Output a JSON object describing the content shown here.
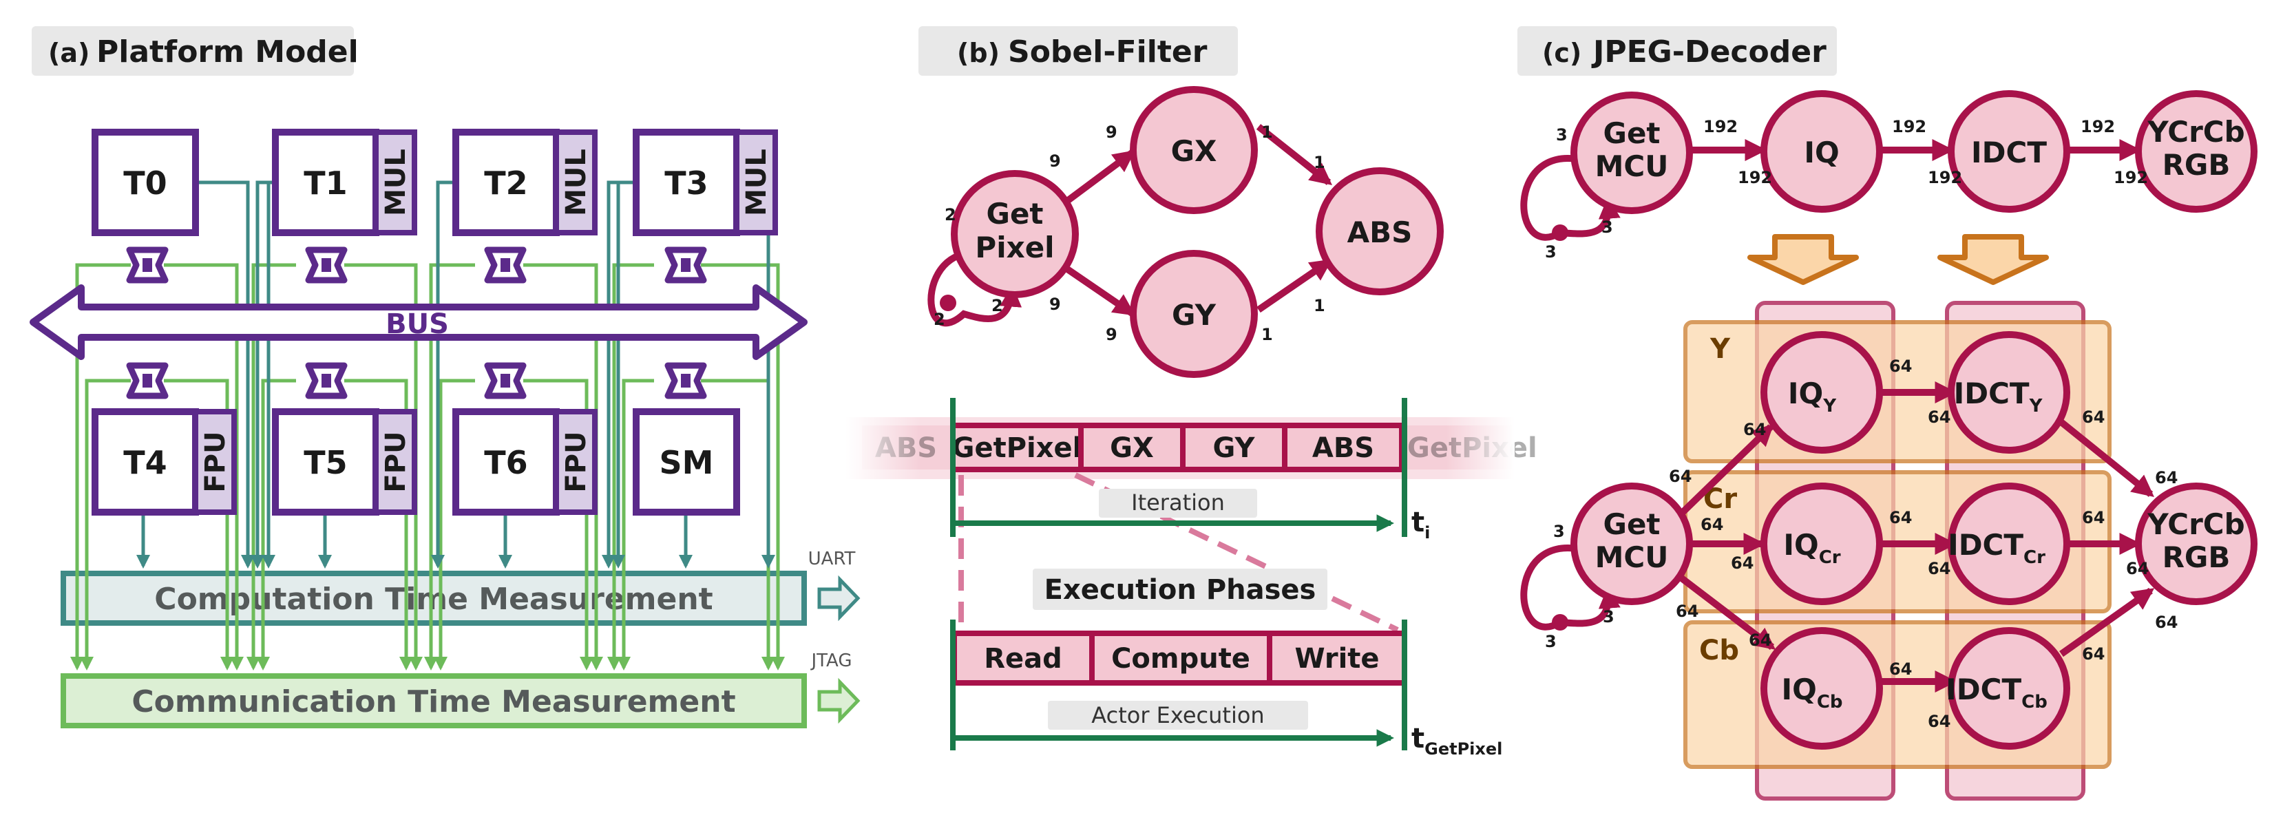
{
  "colors": {
    "purple": "#5b2a8a",
    "purple_light": "#d9cde6",
    "teal": "#3f8a86",
    "green": "#6dbb5a",
    "green_light": "#dcefd4",
    "teal_light": "#e3ecec",
    "crimson": "#a8124a",
    "pink": "#f4c7d2",
    "dark_green": "#1a7a4a",
    "orange": "#c8731c",
    "orange_light": "#fbd6a9"
  },
  "panel_a": {
    "tag": "(a)",
    "title": "Platform Model",
    "tiles": [
      "T0",
      "T1",
      "T2",
      "T3",
      "T4",
      "T5",
      "T6",
      "SM"
    ],
    "accelerators": {
      "mul": "MUL",
      "fpu": "FPU"
    },
    "bus_label": "BUS",
    "computation_label": "Computation Time Measurement",
    "communication_label": "Communication Time Measurement",
    "uart_label": "UART",
    "jtag_label": "JTAG"
  },
  "panel_b": {
    "tag": "(b)",
    "title": "Sobel-Filter",
    "nodes": {
      "getpixel_1": "Get",
      "getpixel_2": "Pixel",
      "gx": "GX",
      "gy": "GY",
      "abs": "ABS"
    },
    "rates": {
      "self_out": "2",
      "self_in": "2",
      "self_tok": "2",
      "gp_gx": "9",
      "gx_in": "9",
      "gp_gy": "9",
      "gy_in": "9",
      "gx_out": "1",
      "abs_gx": "1",
      "gy_out": "1",
      "abs_gy": "1"
    },
    "timeline": [
      "ABS",
      "GetPixel",
      "GX",
      "GY",
      "ABS",
      "GetPixel"
    ],
    "iteration_label": "Iteration",
    "t_i": "t",
    "t_i_sub": "i",
    "execution_phases": "Execution Phases",
    "phases": [
      "Read",
      "Compute",
      "Write"
    ],
    "actor_execution": "Actor Execution",
    "t_getpixel": "t",
    "t_getpixel_sub": "GetPixel"
  },
  "panel_c": {
    "tag": "(c)",
    "title": "JPEG-Decoder",
    "top": {
      "getmcu_1": "Get",
      "getmcu_2": "MCU",
      "iq": "IQ",
      "idct": "IDCT",
      "ycrcb_1": "YCrCb",
      "ycrcb_2": "RGB",
      "rates": {
        "self_out": "3",
        "self_in": "3",
        "self_tok": "3",
        "r1": "192",
        "r2": "192",
        "r3": "192",
        "r4": "192",
        "r5": "192",
        "r6": "192"
      }
    },
    "groups": [
      "Y",
      "Cr",
      "Cb"
    ],
    "bottom": {
      "getmcu_1": "Get",
      "getmcu_2": "MCU",
      "iq_y": "IQ",
      "iq_y_sub": "Y",
      "iq_cr": "IQ",
      "iq_cr_sub": "Cr",
      "iq_cb": "IQ",
      "iq_cb_sub": "Cb",
      "idct_y": "IDCT",
      "idct_y_sub": "Y",
      "idct_cr": "IDCT",
      "idct_cr_sub": "Cr",
      "idct_cb": "IDCT",
      "idct_cb_sub": "Cb",
      "ycrcb_1": "YCrCb",
      "ycrcb_2": "RGB",
      "rates": {
        "self_out": "3",
        "self_in": "3",
        "self_tok": "3",
        "rate64": "64"
      }
    }
  }
}
